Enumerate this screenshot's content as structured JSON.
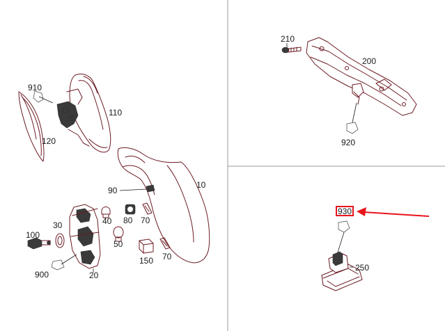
{
  "diagram": {
    "panels": {
      "left": {
        "callouts": {
          "c910": "910",
          "c120": "120",
          "c110": "110",
          "c10": "10",
          "c90": "90",
          "c40": "40",
          "c80": "80",
          "c70a": "70",
          "c30": "30",
          "c100": "100",
          "c50": "50",
          "c150": "150",
          "c70b": "70",
          "c900": "900",
          "c20": "20"
        }
      },
      "top_right": {
        "callouts": {
          "c210": "210",
          "c200": "200",
          "c920": "920"
        }
      },
      "bottom_right": {
        "callouts": {
          "c930": "930",
          "c250": "250"
        },
        "highlight": {
          "label": "930",
          "box_color": "#e8141c",
          "arrow_color": "#e8141c"
        }
      }
    },
    "colors": {
      "part_stroke": "#6b1a22",
      "label": "#1a1a1a",
      "divider": "#9a9a9a"
    }
  }
}
